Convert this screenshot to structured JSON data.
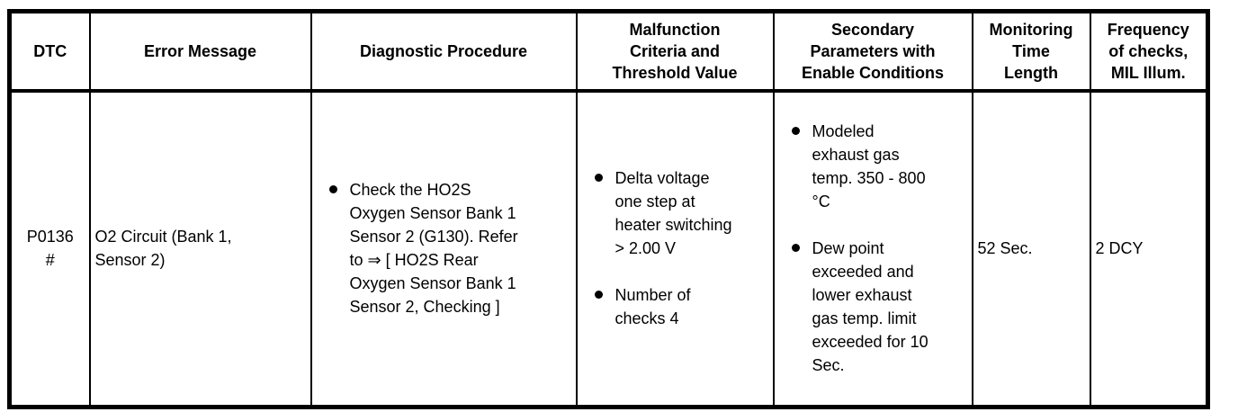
{
  "colors": {
    "background": "#ffffff",
    "border": "#000000",
    "text": "#000000"
  },
  "table": {
    "columns": [
      {
        "label": "DTC"
      },
      {
        "label": "Error Message"
      },
      {
        "label": "Diagnostic Procedure"
      },
      {
        "label": "Malfunction Criteria and Threshold Value"
      },
      {
        "label": "Secondary Parameters with Enable Conditions"
      },
      {
        "label": "Monitoring Time Length"
      },
      {
        "label": "Frequency of checks, MIL Illum."
      }
    ],
    "rows": [
      {
        "dtc_code": "P0136",
        "dtc_note": "#",
        "error_message": "O2 Circuit (Bank 1, Sensor 2)",
        "diagnostic_procedure_items": [
          "Check the HO2S Oxygen Sensor Bank 1 Sensor 2 (G130). Refer to ⇒ [ HO2S Rear Oxygen Sensor Bank 1 Sensor 2, Checking ]"
        ],
        "malfunction_criteria_items": [
          "Delta voltage one step at heater switching > 2.00 V",
          "Number of checks 4"
        ],
        "secondary_parameter_items": [
          "Modeled exhaust gas temp. 350 - 800 °C",
          "Dew point exceeded and lower exhaust gas temp. limit exceeded for 10 Sec."
        ],
        "monitoring_time_length": "52 Sec.",
        "frequency_of_checks": "2 DCY"
      }
    ]
  }
}
